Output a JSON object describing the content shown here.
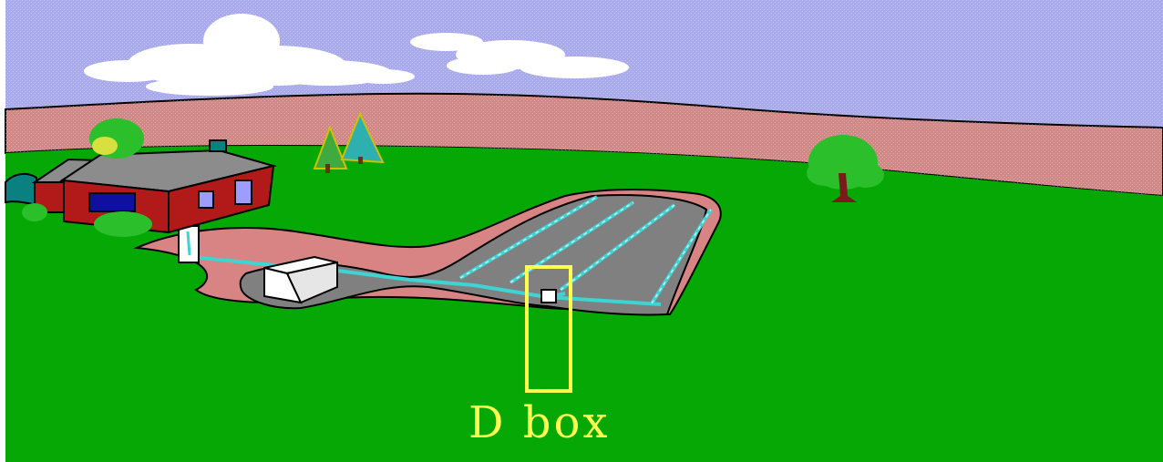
{
  "label_text": "D box",
  "colors": {
    "sky": "#a8a8f4",
    "hills": "#d88484",
    "grass": "#05a805",
    "field": "#808080",
    "pipe": "#3fd4d4",
    "highlight": "#ffff50",
    "house_wall": "#b21a1a",
    "house_roof": "#8c8c8c",
    "tank": "#ffffff",
    "tree": "#2bbf2b",
    "cloud": "#ffffff"
  },
  "icons": [
    "cloud",
    "tree",
    "house",
    "septic-tank",
    "distribution-box",
    "drain-field"
  ]
}
